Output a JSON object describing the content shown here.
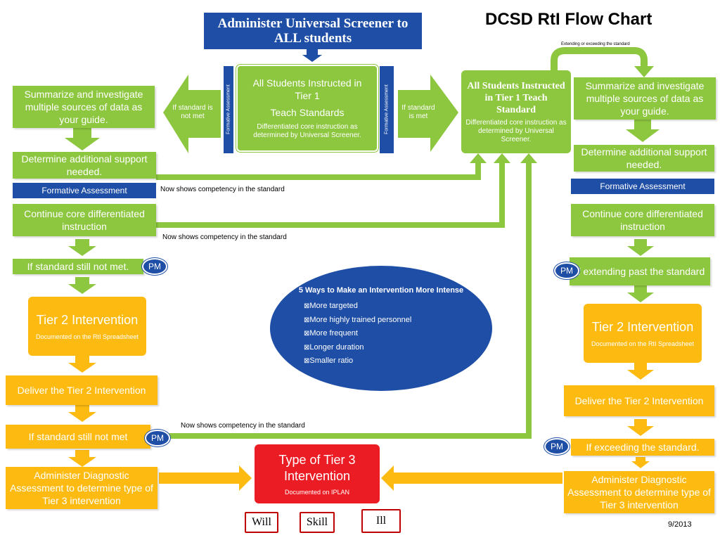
{
  "title": "DCSD RtI  Flow Chart",
  "date": "9/2013",
  "top_banner": "Administer Universal Screener to ALL students",
  "tier1_center": {
    "line1": "All Students Instructed in Tier 1",
    "line2": "Teach Standards",
    "sub": "Differentiated core instruction as determined by Universal Screener."
  },
  "tier1_right": {
    "title": "All Students Instructed in Tier 1 Teach Standard",
    "sub": "Differentiated core instruction as determined by Universal Screener."
  },
  "formative_vertical": "Formative Assessment",
  "arrow_not_met": "If standard is not met",
  "arrow_met": "If standard is met",
  "extending_label": "Extending or exceeding the standard",
  "left": {
    "summarize": "Summarize and investigate multiple sources of data as your guide.",
    "determine": "Determine additional support needed.",
    "formative": "Formative Assessment",
    "continue": "Continue core differentiated instruction",
    "still_not_met_1": "If standard still not met.",
    "tier2_title": "Tier 2 Intervention",
    "tier2_sub": "Documented on the RtI Spreadsheet",
    "deliver": "Deliver the Tier 2 Intervention",
    "still_not_met_2": "If standard still not met",
    "diagnostic": "Administer Diagnostic Assessment to  determine type of Tier 3 intervention"
  },
  "right": {
    "summarize": "Summarize and investigate multiple sources of data as your guide.",
    "determine": "Determine additional support needed.",
    "formative": "Formative Assessment",
    "continue": "Continue core differentiated instruction",
    "extending": "If extending past the standard",
    "tier2_title": "Tier 2 Intervention",
    "tier2_sub": "Documented on the RtI Spreadsheet",
    "deliver": "Deliver the Tier 2 Intervention",
    "exceeding": "If exceeding the standard.",
    "diagnostic": "Administer Diagnostic Assessment to  determine type of Tier 3 intervention"
  },
  "competency_note_1": "Now shows competency in the standard",
  "competency_note_2": "Now shows competency in the standard",
  "competency_note_3": "Now shows competency in the standard",
  "pm_label": "PM",
  "ellipse": {
    "title": "5 Ways to Make an Intervention More Intense",
    "items": [
      "More targeted",
      "More highly trained personnel",
      "More frequent",
      "Longer duration",
      "Smaller ratio"
    ]
  },
  "tier3": {
    "title": "Type of Tier 3 Intervention",
    "sub": "Documented on IPLAN"
  },
  "chips": [
    "Will",
    "Skill",
    "Ill"
  ],
  "colors": {
    "green": "#8dc63f",
    "yellow": "#fdbb12",
    "blue": "#1f4ea6",
    "red": "#ec1c24"
  }
}
